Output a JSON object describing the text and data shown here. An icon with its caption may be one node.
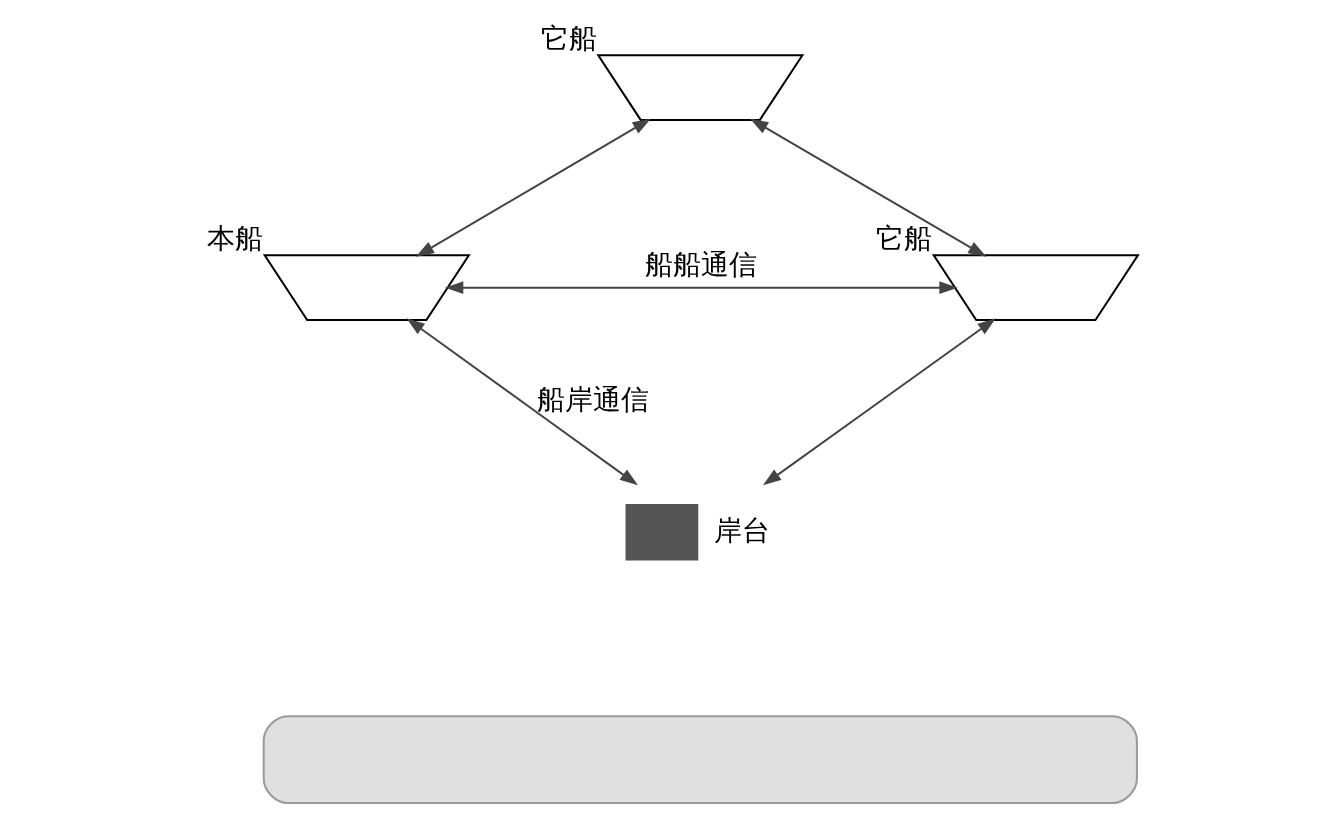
{
  "diagram": {
    "nodes": [
      {
        "text": [],
        "shape": "picture",
        "beside": [
          "它船"
        ]
      },
      {
        "text": [],
        "shape": "picture",
        "beside": [
          "本船"
        ]
      },
      {
        "text": [],
        "shape": "picture",
        "beside": [
          "它船"
        ]
      },
      {
        "text": [],
        "shape": "box",
        "beside": [
          "岸台"
        ]
      },
      {
        "text": [],
        "shape": "box"
      }
    ],
    "edges": [
      {
        "from": 0,
        "to": 1,
        "arrow": "both"
      },
      {
        "from": 0,
        "to": 2,
        "arrow": "both"
      },
      {
        "from": 1,
        "to": 2,
        "arrow": "both",
        "label": "船船通信"
      },
      {
        "from": 1,
        "to": 3,
        "arrow": "both",
        "label": "船岸通信"
      },
      {
        "from": 2,
        "to": 3,
        "arrow": "both"
      }
    ]
  }
}
